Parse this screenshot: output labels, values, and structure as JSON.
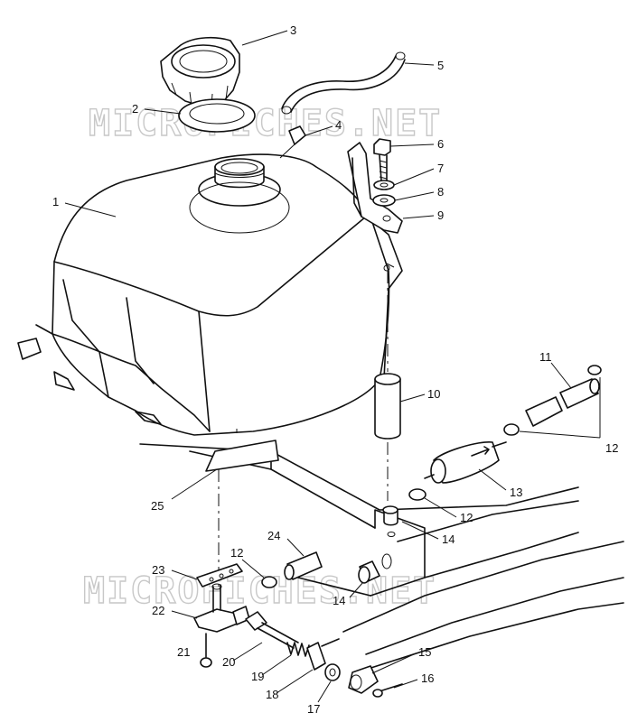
{
  "watermark": {
    "text": "MICROFICHES.NET"
  },
  "callouts": [
    {
      "id": "c1",
      "label": "1"
    },
    {
      "id": "c2",
      "label": "2"
    },
    {
      "id": "c3",
      "label": "3"
    },
    {
      "id": "c4",
      "label": "4"
    },
    {
      "id": "c5",
      "label": "5"
    },
    {
      "id": "c6",
      "label": "6"
    },
    {
      "id": "c7",
      "label": "7"
    },
    {
      "id": "c8",
      "label": "8"
    },
    {
      "id": "c9",
      "label": "9"
    },
    {
      "id": "c10",
      "label": "10"
    },
    {
      "id": "c11",
      "label": "11"
    },
    {
      "id": "c12a",
      "label": "12"
    },
    {
      "id": "c12b",
      "label": "12"
    },
    {
      "id": "c12c",
      "label": "12"
    },
    {
      "id": "c13",
      "label": "13"
    },
    {
      "id": "c14a",
      "label": "14"
    },
    {
      "id": "c14b",
      "label": "14"
    },
    {
      "id": "c15",
      "label": "15"
    },
    {
      "id": "c16",
      "label": "16"
    },
    {
      "id": "c17",
      "label": "17"
    },
    {
      "id": "c18",
      "label": "18"
    },
    {
      "id": "c19",
      "label": "19"
    },
    {
      "id": "c20",
      "label": "20"
    },
    {
      "id": "c21",
      "label": "21"
    },
    {
      "id": "c22",
      "label": "22"
    },
    {
      "id": "c23",
      "label": "23"
    },
    {
      "id": "c24",
      "label": "24"
    },
    {
      "id": "c25",
      "label": "25"
    }
  ]
}
